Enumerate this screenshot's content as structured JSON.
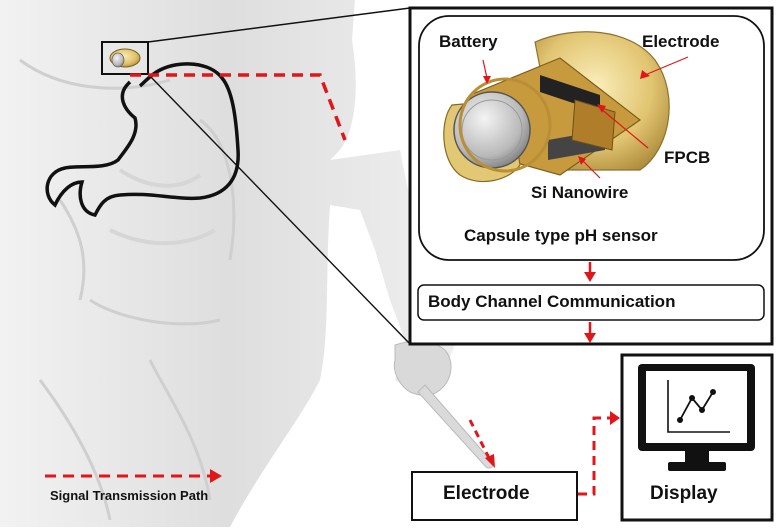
{
  "figure": {
    "capsule_panel": {
      "title": "Capsule type pH sensor",
      "labels": {
        "battery": "Battery",
        "electrode": "Electrode",
        "fpcb": "FPCB",
        "si_nanowire": "Si Nanowire"
      }
    },
    "communication_box": "Body Channel Communication",
    "electrode_box": "Electrode",
    "display_box": "Display",
    "legend": {
      "label": "Signal Transmission Path"
    },
    "colors": {
      "signal_path": "#e0161b",
      "capsule_gold": "#d8b85a",
      "outline": "#111111",
      "body_gray": "#e4e4e4"
    },
    "icons": [
      "capsule-sensor-icon",
      "monitor-display-icon",
      "line-graph-icon",
      "stomach-outline",
      "torso-illustration",
      "hand-pointing-illustration"
    ]
  }
}
